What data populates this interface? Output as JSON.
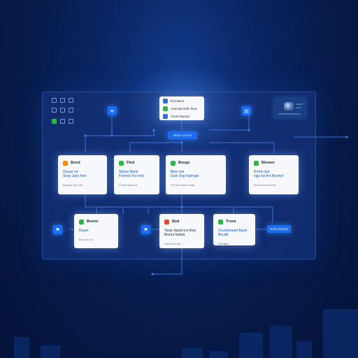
{
  "center_list": {
    "items": [
      {
        "icon": "blue",
        "label": "Enroated"
      },
      {
        "icon": "green",
        "label": "Anenatil SHE finet"
      },
      {
        "icon": "blue",
        "label": "Yons't Baned"
      }
    ]
  },
  "main_pill": "Beere snond",
  "right_pill": "Nosa Binded",
  "cards": {
    "c1": {
      "title": "Bend",
      "sub1": "Geuse ne",
      "sub2": "Snay Jiaty hed",
      "foot": "Bocyfer trop lab"
    },
    "c2": {
      "title": "Fled",
      "sub1": "Sbhan Bane",
      "sub2": "Fnimed Teo hed",
      "foot": "Ceser flans tra"
    },
    "c3": {
      "title": "Beege",
      "sub1": "Bets nse",
      "sub2": "Sum Sng Fgtenge",
      "foot": "Fire bus frons heas"
    },
    "c4": {
      "title": "Blomer",
      "sub1": "Rrnhe rpd",
      "sub2": "egg hai fint Beomd",
      "foot": "Nones Bres freed"
    },
    "c5": {
      "title": "Beene",
      "sub1": "Raaet",
      "foot": "Beu sto cut"
    },
    "c6": {
      "title": "Bed",
      "sub1": "Tasar fasad eur thas",
      "sub2": "Bisnra fnatea",
      "foot": "Faste set trot"
    },
    "c7": {
      "title": "Trone",
      "sub1": "Coustensant Baud",
      "sub2": "Boudd",
      "foot": "Fou bes"
    }
  },
  "colors": {
    "accent": "#1c6cf0",
    "card_bg": "#f6f8fc",
    "orange": "#f08a1c",
    "green": "#2fb34a",
    "red": "#e8452c"
  }
}
